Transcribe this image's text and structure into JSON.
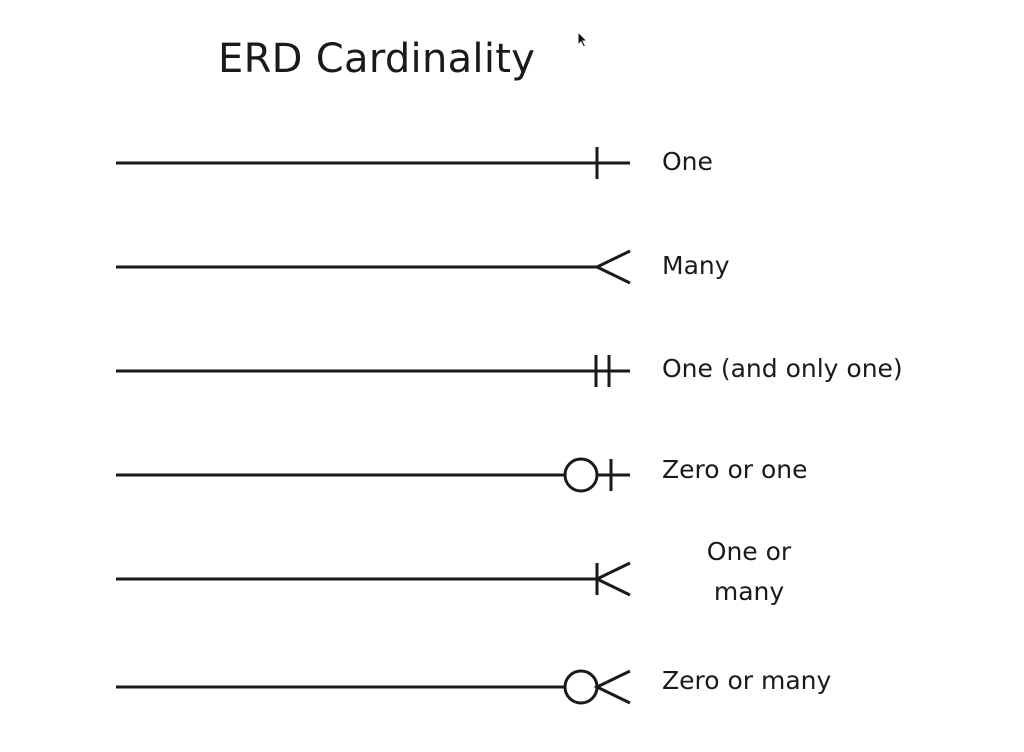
{
  "title": "ERD Cardinality",
  "rows": [
    {
      "label": "One",
      "symbol": "one-bar"
    },
    {
      "label": "Many",
      "symbol": "crows-foot"
    },
    {
      "label": "One (and only one)",
      "symbol": "double-bar"
    },
    {
      "label": "Zero or one",
      "symbol": "circle-bar"
    },
    {
      "label_lines": [
        "One or",
        "many"
      ],
      "symbol": "bar-crows-foot"
    },
    {
      "label": "Zero or many",
      "symbol": "circle-crows-foot"
    }
  ],
  "colors": {
    "stroke": "#1a1a1a",
    "background": "#ffffff"
  }
}
